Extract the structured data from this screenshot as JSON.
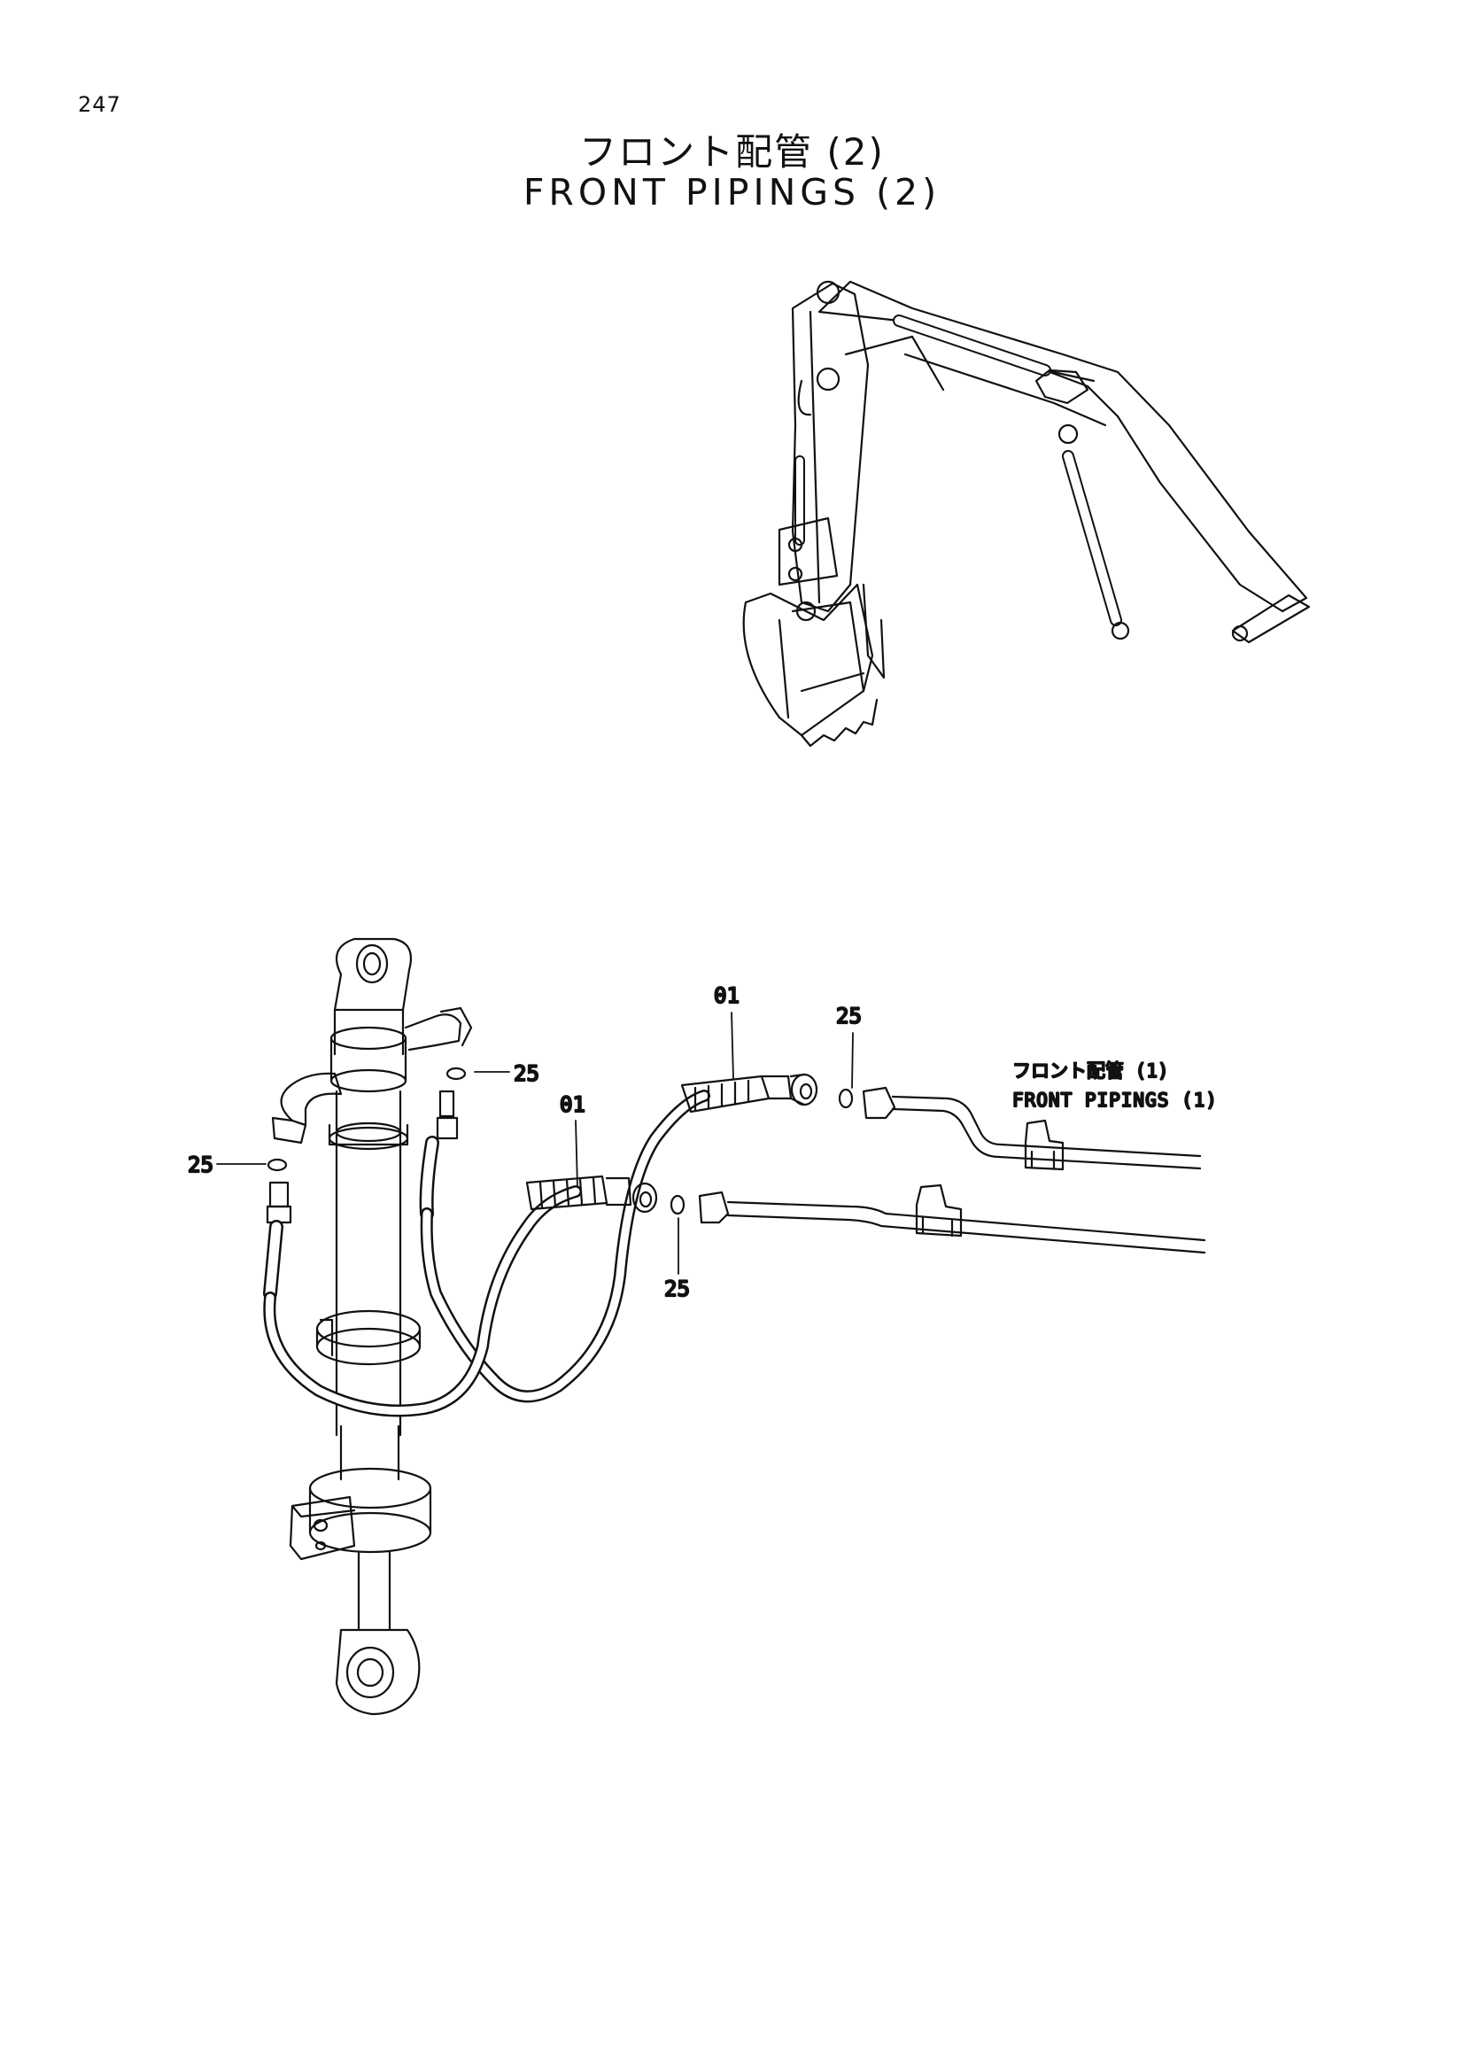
{
  "page": {
    "page_number": "247",
    "title_jp": "フロント配管 (2)",
    "title_en": "FRONT PIPINGS (2)"
  },
  "callouts": [
    {
      "id": "callout-01-upper",
      "label": "01"
    },
    {
      "id": "callout-25-top-right",
      "label": "25"
    },
    {
      "id": "callout-25-upper",
      "label": "25"
    },
    {
      "id": "callout-01-lower",
      "label": "01"
    },
    {
      "id": "callout-25-left",
      "label": "25"
    },
    {
      "id": "callout-25-lower",
      "label": "25"
    }
  ],
  "reference": {
    "jp": "フロント配管 (1)",
    "en": "FRONT PIPINGS (1)"
  }
}
